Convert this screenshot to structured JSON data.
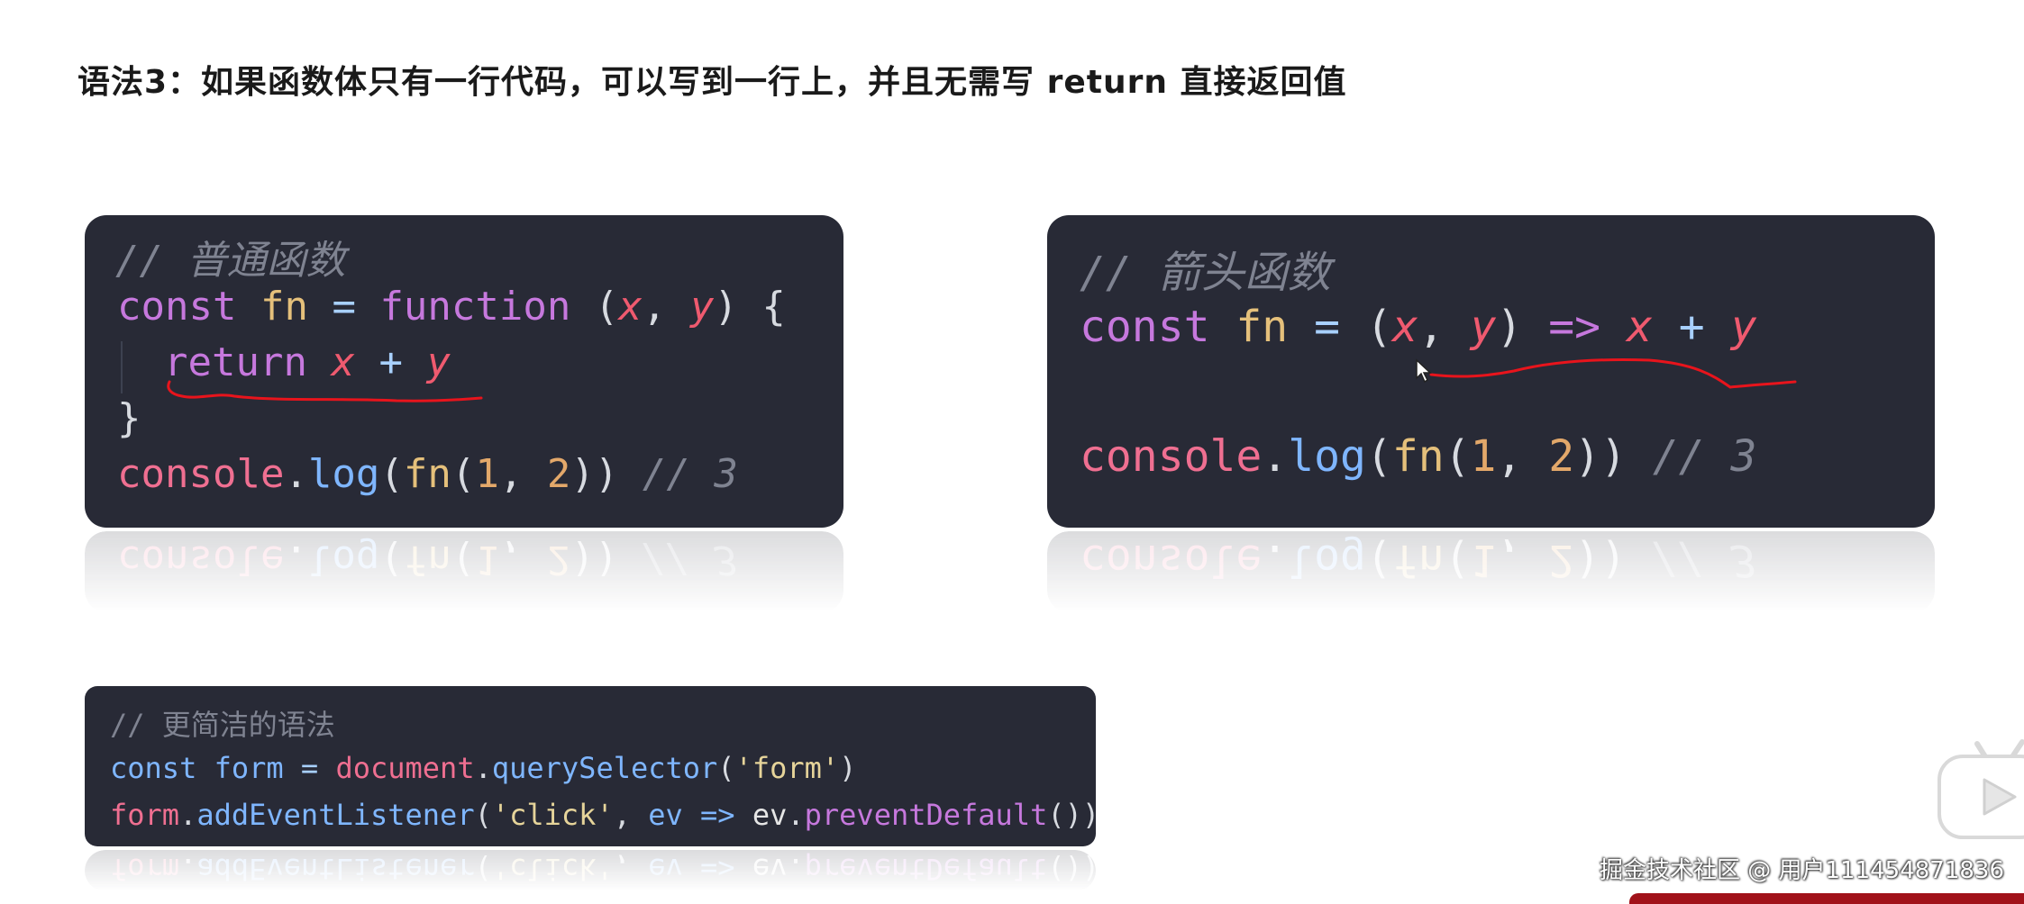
{
  "title": "语法3：如果函数体只有一行代码，可以写到一行上，并且无需写 return 直接返回值",
  "normal_card": {
    "comment": "// 普通函数",
    "line1": {
      "const": "const",
      "fn": "fn",
      "eq": "=",
      "function": "function",
      "open": "(",
      "x": "x",
      "comma": ",",
      "y": "y",
      "close": ")",
      "brace": "{"
    },
    "line2": {
      "return": "return",
      "x": "x",
      "plus": "+",
      "y": "y"
    },
    "line3": {
      "brace": "}"
    },
    "line4": {
      "console": "console",
      "dot": ".",
      "log": "log",
      "open": "(",
      "fn": "fn",
      "open2": "(",
      "one": "1",
      "comma": ",",
      "two": "2",
      "close": "))",
      "comment": "// 3"
    }
  },
  "arrow_card": {
    "comment": "// 箭头函数",
    "line1": {
      "const": "const",
      "fn": "fn",
      "eq": "=",
      "open": "(",
      "x": "x",
      "comma": ",",
      "y": "y",
      "close": ")",
      "arrow": "=>",
      "x2": "x",
      "plus": "+",
      "y2": "y"
    },
    "line2": {
      "console": "console",
      "dot": ".",
      "log": "log",
      "open": "(",
      "fn": "fn",
      "open2": "(",
      "one": "1",
      "comma": ",",
      "two": "2",
      "close": "))",
      "comment": "// 3"
    }
  },
  "concise_card": {
    "comment": "// 更简洁的语法",
    "line1": {
      "const": "const",
      "form": "form",
      "eq": "=",
      "document": "document",
      "dot": ".",
      "method": "querySelector",
      "open": "(",
      "str": "'form'",
      "close": ")"
    },
    "line2": {
      "form": "form",
      "dot": ".",
      "method": "addEventListener",
      "open": "(",
      "str": "'click'",
      "comma": ",",
      "ev": "ev",
      "arrow": "=>",
      "ev2": "ev",
      "dot2": ".",
      "method2": "preventDefault",
      "close": "())"
    }
  },
  "watermark": "掘金技术社区 @ 用户111454871836",
  "colors": {
    "card_bg": "#282a36",
    "annotation_red": "#e8141c",
    "keyword": "#c678dd",
    "identifier": "#e5c07b",
    "param": "#ef5a6f",
    "method": "#7fb6ff",
    "string": "#e6d49a"
  },
  "icons": {
    "play": "play-icon"
  }
}
